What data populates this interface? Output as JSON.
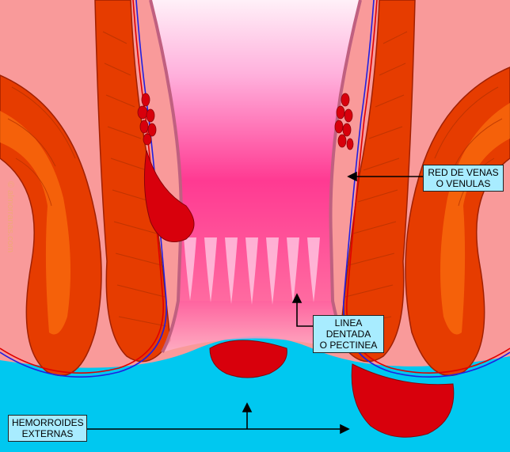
{
  "labels": {
    "venas": "RED DE VENAS\nO VENULAS",
    "dentada": "LINEA DENTADA\nO PECTINEA",
    "hemorroides": "HEMORROIDES\nEXTERNAS"
  },
  "watermark": "© almorranas.com",
  "colors": {
    "skin": "#00c8f0",
    "tissue": "#f99a9a",
    "muscle": "#e63c00",
    "muscle_inner": "#ff7a10",
    "canal_top": "#ffd8ec",
    "canal_mid": "#ff2e8c",
    "hemorrhoid": "#d8000c",
    "vein_blue": "#2020e0",
    "artery_red": "#e00000",
    "label_bg": "#a8ecff"
  }
}
